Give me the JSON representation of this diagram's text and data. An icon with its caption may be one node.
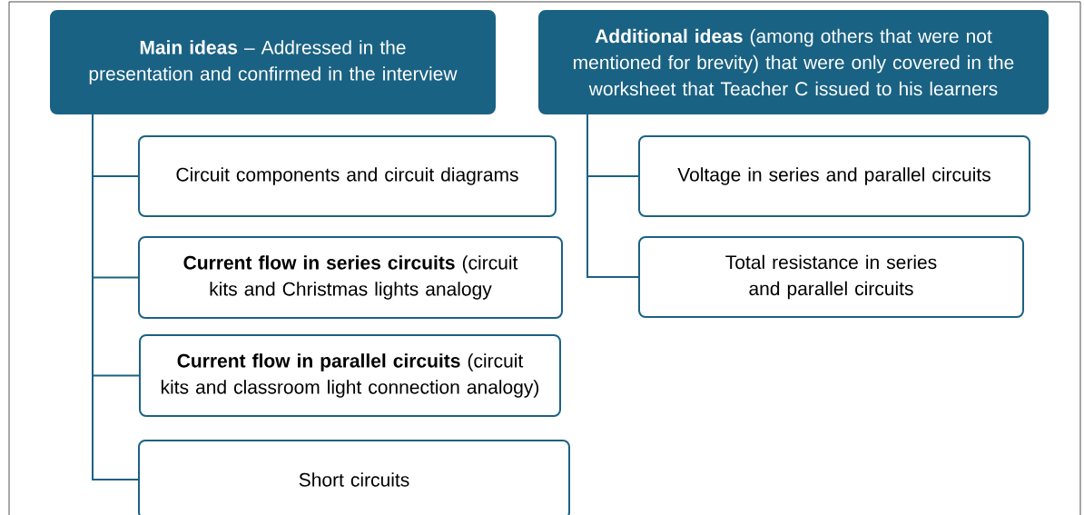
{
  "diagram": {
    "nodes": [
      {
        "text": [
          "**Main ideas** – Addressed in the presentation and confirmed in the interview"
        ]
      },
      {
        "text": [
          "Circuit components and circuit diagrams"
        ]
      },
      {
        "text": [
          "**Current flow in series circuits** (circuit kits and Christmas lights analogy"
        ]
      },
      {
        "text": [
          "**Current flow in parallel circuits** (circuit kits and classroom light connection analogy)"
        ]
      },
      {
        "text": [
          "Short circuits"
        ]
      },
      {
        "text": [
          "**Additional ideas** (among others that were not mentioned for brevity) that were only covered in the worksheet that Teacher C issued to his learners"
        ]
      },
      {
        "text": [
          "Voltage in series and parallel circuits"
        ]
      },
      {
        "text": [
          "Total resistance in series and parallel circuits"
        ]
      }
    ],
    "edges": [
      {
        "from": 0,
        "to": 1,
        "arrow": "none"
      },
      {
        "from": 0,
        "to": 2,
        "arrow": "none"
      },
      {
        "from": 0,
        "to": 3,
        "arrow": "none"
      },
      {
        "from": 0,
        "to": 4,
        "arrow": "none"
      },
      {
        "from": 5,
        "to": 6,
        "arrow": "none"
      },
      {
        "from": 5,
        "to": 7,
        "arrow": "none"
      }
    ]
  }
}
